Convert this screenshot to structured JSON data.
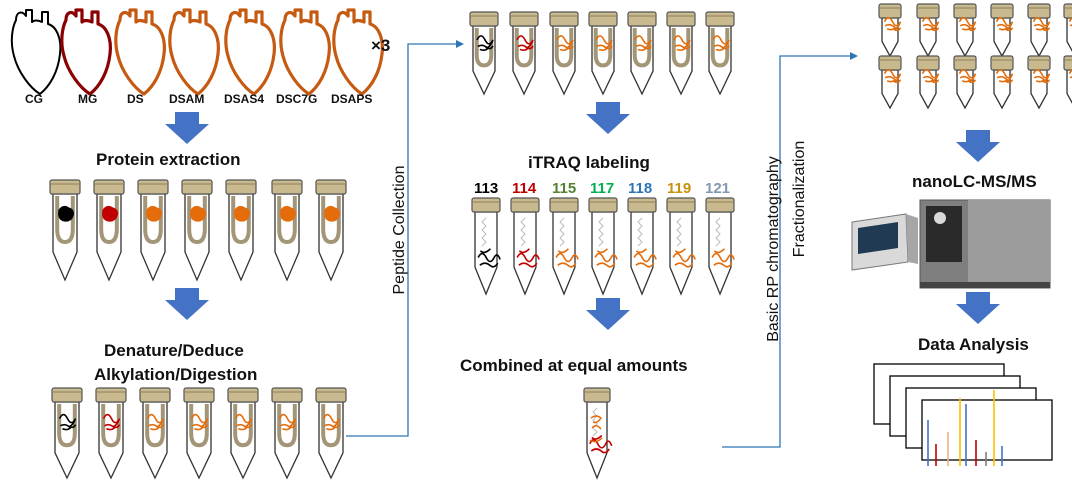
{
  "samples": [
    "CG",
    "MG",
    "DS",
    "DSAM",
    "DSAS4",
    "DSC7G",
    "DSAPS"
  ],
  "replicates": "×3",
  "steps": {
    "protein_extraction": "Protein extraction",
    "denature_line1": "Denature/Deduce",
    "denature_line2": "Alkylation/Digestion",
    "peptide_collection": "Peptide Collection",
    "itraq": "iTRAQ labeling",
    "combined": "Combined at equal amounts",
    "basic_rp": "Basic RP chromatography",
    "fractionalization": "Fractionalization",
    "nanolc": "nanoLC-MS/MS",
    "data_analysis": "Data Analysis"
  },
  "itraq_tags": [
    {
      "label": "113",
      "color": "#000000"
    },
    {
      "label": "114",
      "color": "#c00000"
    },
    {
      "label": "115",
      "color": "#548235"
    },
    {
      "label": "117",
      "color": "#00b050"
    },
    {
      "label": "118",
      "color": "#2e75b6"
    },
    {
      "label": "119",
      "color": "#c9920e"
    },
    {
      "label": "121",
      "color": "#8497b0"
    }
  ],
  "colors": {
    "arrow": "#4472c4",
    "connector": "#2e75b6",
    "heart_cg": "#000000",
    "heart_mg": "#8b0000",
    "heart_ds": "#c55a11",
    "sample_orange": "#e46c0a",
    "sample_red": "#c00000",
    "cap": "#c9b98f"
  }
}
